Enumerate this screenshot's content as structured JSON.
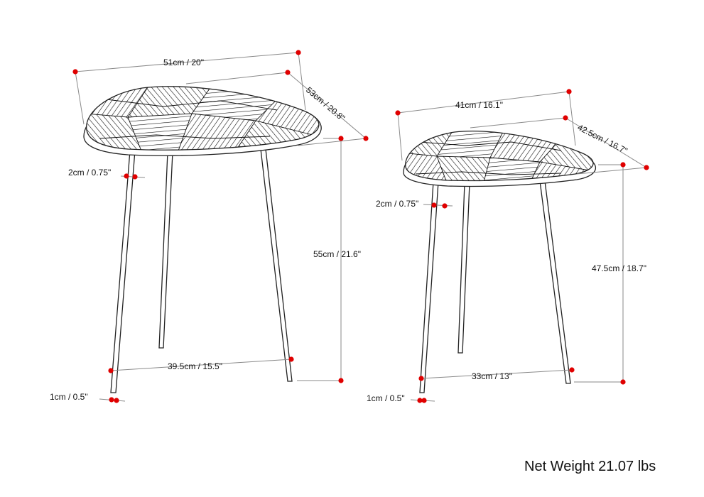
{
  "large_table": {
    "width": "51cm / 20\"",
    "depth": "53cm / 20.8\"",
    "height": "55cm / 21.6\"",
    "top_thickness": "2cm / 0.75\"",
    "leg_span": "39.5cm / 15.5\"",
    "leg_diameter": "1cm / 0.5\""
  },
  "small_table": {
    "width": "41cm / 16.1\"",
    "depth": "42.5cm / 16.7\"",
    "height": "47.5cm / 18.7\"",
    "top_thickness": "2cm / 0.75\"",
    "leg_span": "33cm / 13\"",
    "leg_diameter": "1cm / 0.5\""
  },
  "net_weight": "Net Weight 21.07 lbs",
  "colors": {
    "dimension_dot": "#e00000",
    "dimension_line": "#8a8a8a",
    "line_art": "#222222"
  }
}
